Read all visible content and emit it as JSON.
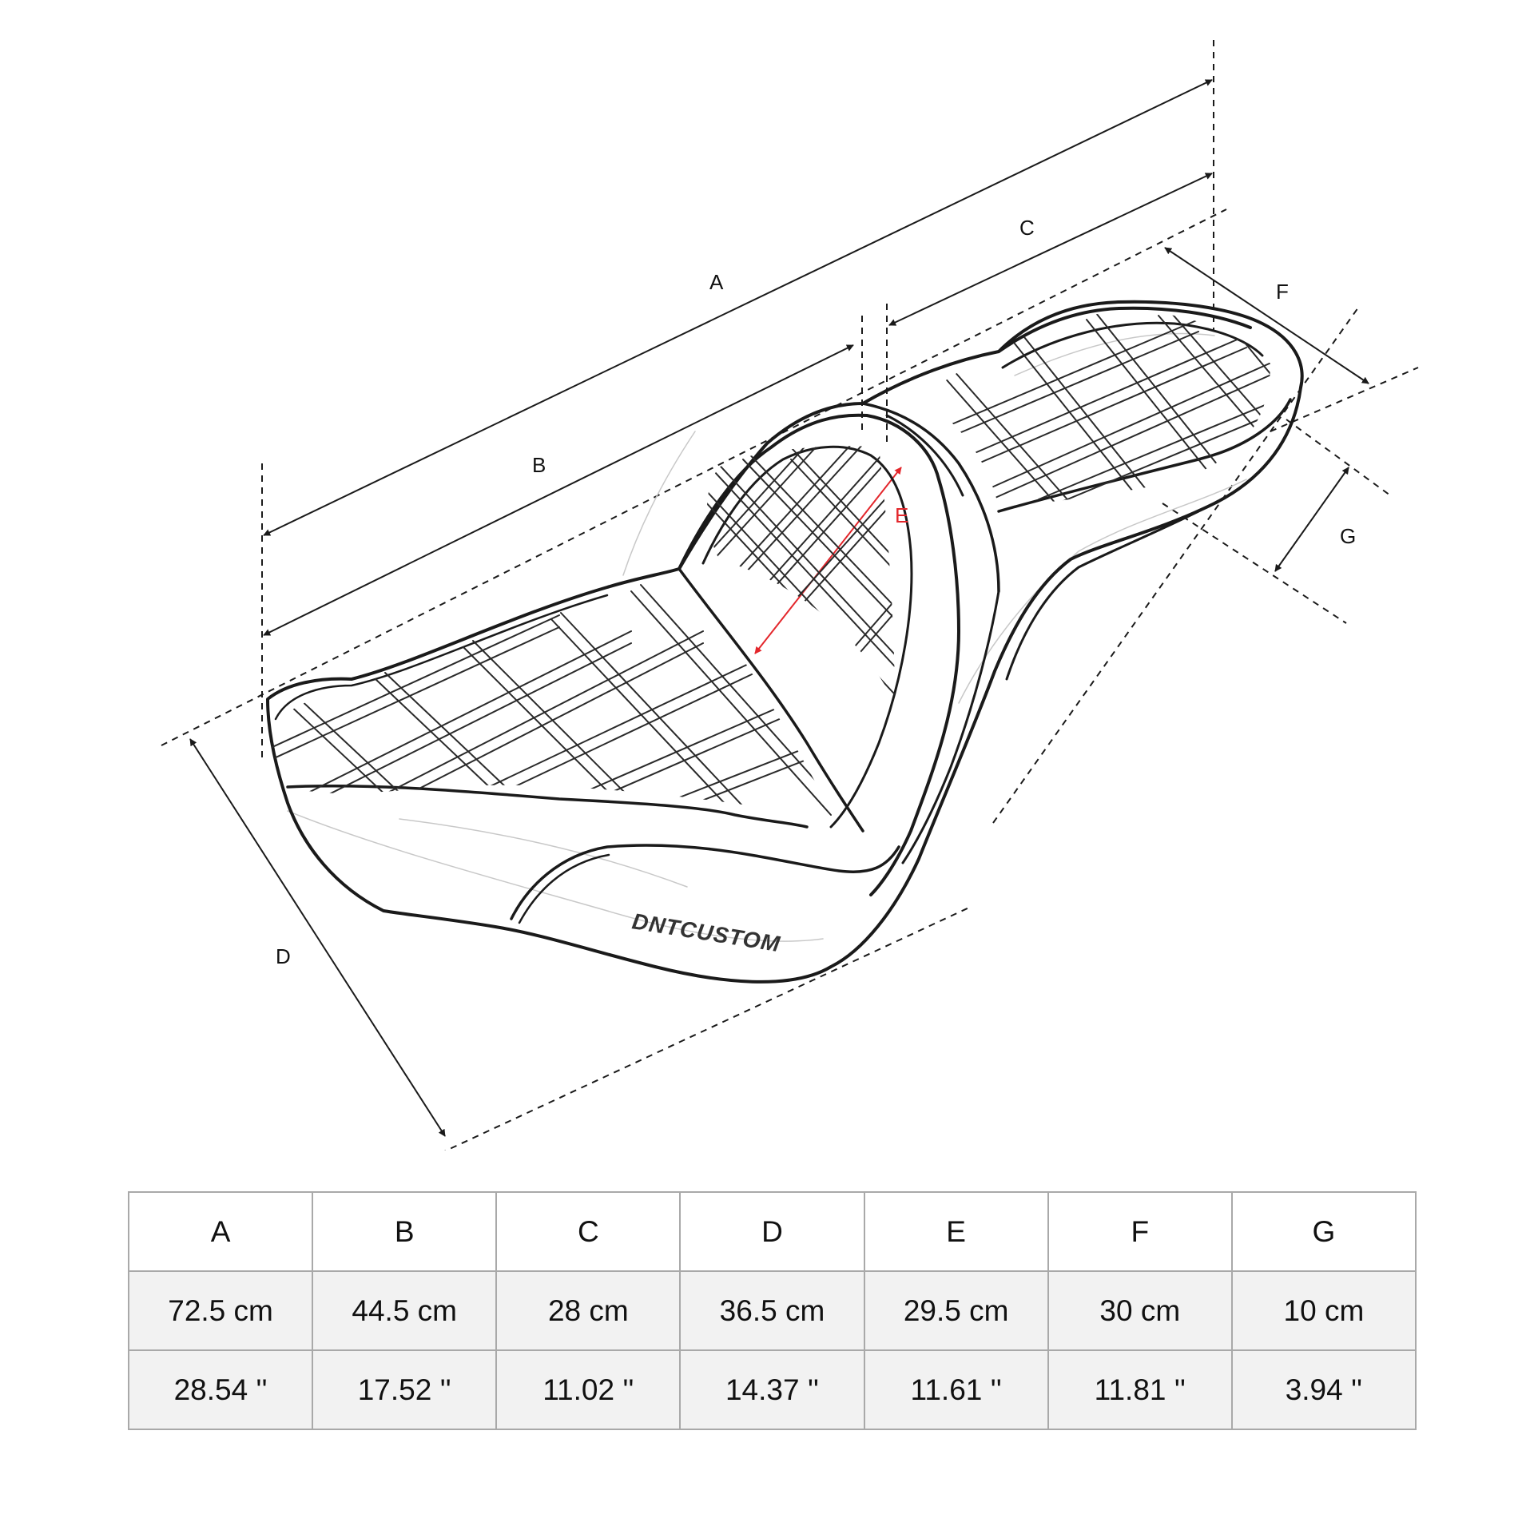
{
  "diagram": {
    "labels": {
      "A": "A",
      "B": "B",
      "C": "C",
      "D": "D",
      "E": "E",
      "F": "F",
      "G": "G"
    },
    "logo_text": "DNTCUSTOM",
    "colors": {
      "line": "#1a1a1a",
      "highlight": "#e3262b",
      "table_border": "#a9a9a9",
      "row_fill": "#f2f2f2"
    }
  },
  "table": {
    "headers": [
      "A",
      "B",
      "C",
      "D",
      "E",
      "F",
      "G"
    ],
    "metric": [
      "72.5 cm",
      "44.5 cm",
      "28 cm",
      "36.5 cm",
      "29.5 cm",
      "30 cm",
      "10 cm"
    ],
    "imperial": [
      "28.54 ''",
      "17.52 ''",
      "11.02 ''",
      "14.37 ''",
      "11.61 ''",
      "11.81 ''",
      "3.94 ''"
    ]
  }
}
